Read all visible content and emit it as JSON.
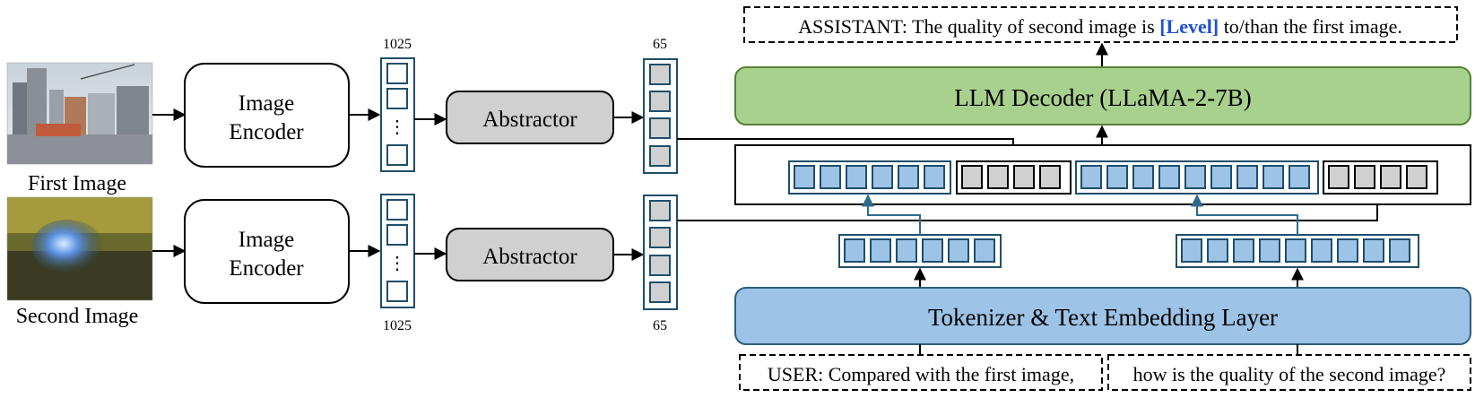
{
  "inputs": {
    "first_caption": "First Image",
    "second_caption": "Second Image"
  },
  "encoder": {
    "label_line1": "Image",
    "label_line2": "Encoder"
  },
  "abstractor": {
    "label": "Abstractor"
  },
  "token_counts": {
    "encoder_top": "1025",
    "encoder_bottom": "1025",
    "abstractor_top": "65",
    "abstractor_bottom": "65"
  },
  "vdots": "⋮",
  "assistant": {
    "prefix": "ASSISTANT: The quality of second image is ",
    "level": "[Level]",
    "suffix": " to/than the first image."
  },
  "decoder": {
    "label": "LLM Decoder (LLaMA-2-7B)"
  },
  "tokenizer": {
    "label": "Tokenizer & Text Embedding Layer"
  },
  "user": {
    "part1": "USER: Compared with the first image,",
    "part2": "how is the quality of the second image?"
  },
  "colors": {
    "decoder_fill": "#a9d18e",
    "decoder_stroke": "#548235",
    "tokenizer_fill": "#9dc3e6",
    "tokenizer_stroke": "#2e5f7f",
    "text_token_fill": "#9dc3e6",
    "text_token_stroke": "#1f4e6b",
    "image_token_fill": "#d0d0d0",
    "abstractor_fill": "#d0d0d0",
    "level_color": "#1f4fd6",
    "arrow_teal": "#2e6b8a"
  }
}
